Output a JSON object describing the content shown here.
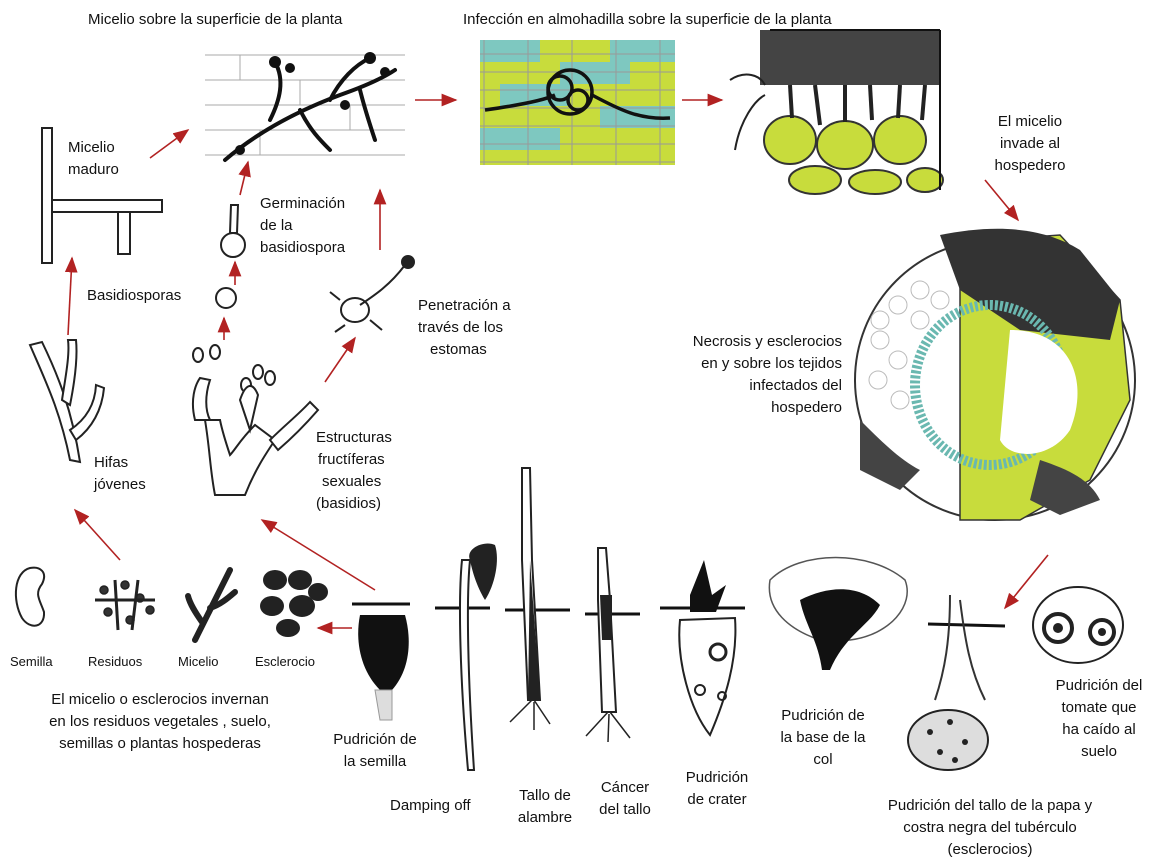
{
  "labels": {
    "mycelium_surface": "Micelio sobre la superficie de la planta",
    "infection_cushion": "Infección en almohadilla  sobre la superficie de la planta",
    "mature_mycelium_1": "Micelio",
    "mature_mycelium_2": "maduro",
    "germination_1": "Germinación",
    "germination_2": "de la",
    "germination_3": "basidiospora",
    "basidiospores": "Basidiosporas",
    "penetration_1": "Penetración a",
    "penetration_2": "través de los",
    "penetration_3": "estomas",
    "invades_1": "El micelio",
    "invades_2": "invade al",
    "invades_3": "hospedero",
    "necrosis_1": "Necrosis y esclerocios",
    "necrosis_2": "en y sobre los tejidos",
    "necrosis_3": "infectados del",
    "necrosis_4": "hospedero",
    "young_hyphae_1": "Hifas",
    "young_hyphae_2": "jóvenes",
    "fruiting_1": "Estructuras",
    "fruiting_2": "fructíferas",
    "fruiting_3": "sexuales",
    "fruiting_4": "(basidios)",
    "seed": "Semilla",
    "residues": "Residuos",
    "mycelium": "Micelio",
    "sclerotium": "Esclerocio",
    "overwinter_1": "El micelio o esclerocios invernan",
    "overwinter_2": "en los residuos vegetales , suelo,",
    "overwinter_3": "semillas o plantas hospederas",
    "seed_rot_1": "Pudrición de",
    "seed_rot_2": "la semilla",
    "damping_off": "Damping off",
    "wirestem_1": "Tallo de",
    "wirestem_2": "alambre",
    "stem_canker_1": "Cáncer",
    "stem_canker_2": "del tallo",
    "crater_rot_1": "Pudrición",
    "crater_rot_2": "de crater",
    "cabbage_1": "Pudrición de",
    "cabbage_2": "la base de la",
    "cabbage_3": "col",
    "tomato_1": "Pudrición del",
    "tomato_2": "tomate que",
    "tomato_3": "ha caído al",
    "tomato_4": "suelo",
    "potato_1": "Pudrición del tallo de la papa y",
    "potato_2": "costra negra del tubérculo",
    "potato_3": "(esclerocios)"
  },
  "colors": {
    "arrow": "#b22222",
    "ink": "#111111",
    "cell_green": "#c8dc3c",
    "cell_cyan": "#7ec8c0"
  }
}
